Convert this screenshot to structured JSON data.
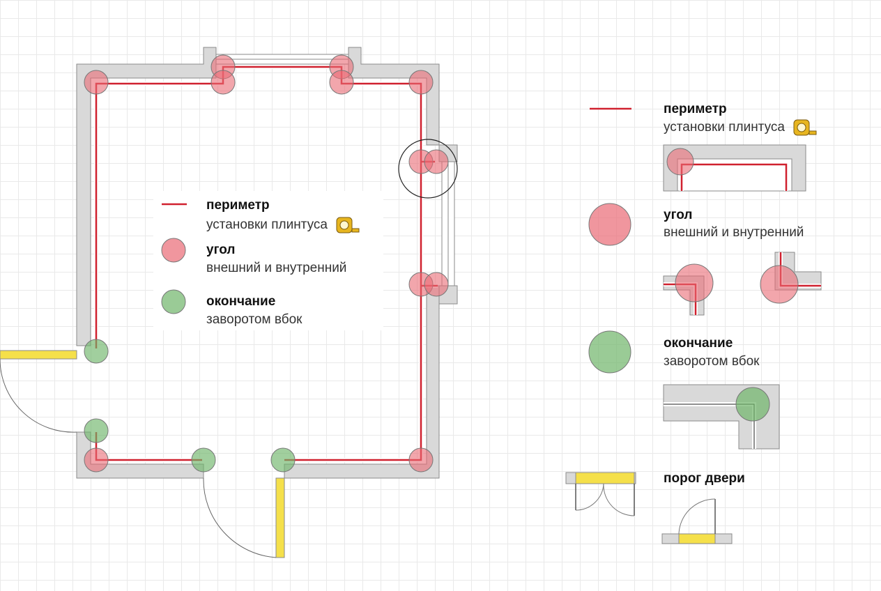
{
  "colors": {
    "wall": "#d9d9d9",
    "wall_stroke": "#8a8a8a",
    "perimeter": "#d0212f",
    "corner": "#ea6a75",
    "ending": "#6fb56a",
    "threshold": "#f5e04a",
    "tape_icon": "#e7b51f"
  },
  "legend_inside": {
    "perimeter": {
      "title": "периметр",
      "subtitle": "установки плинтуса",
      "icon": "tape-measure-icon"
    },
    "corner": {
      "title": "угол",
      "subtitle": "внешний и внутренний"
    },
    "ending": {
      "title": "окончание",
      "subtitle": "заворотом вбок"
    }
  },
  "legend_side": {
    "perimeter": {
      "title": "периметр",
      "subtitle": "установки плинтуса",
      "icon": "tape-measure-icon"
    },
    "corner": {
      "title": "угол",
      "subtitle": "внешний и внутренний"
    },
    "ending": {
      "title": "окончание",
      "subtitle": "заворотом вбок"
    },
    "threshold": {
      "title": "порог двери"
    }
  }
}
